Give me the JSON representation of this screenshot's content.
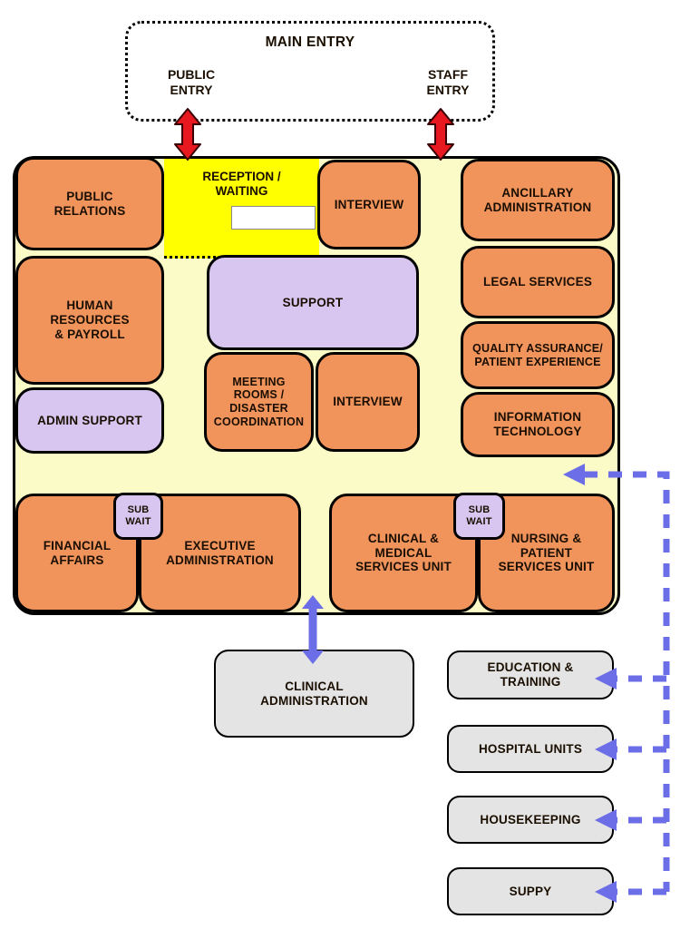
{
  "palette": {
    "room_orange": "#F0945C",
    "room_lavender": "#D9C6F0",
    "corridor_yellow": "#FBFBC8",
    "reception_yellow": "#FFFF00",
    "external_gray": "#E4E4E4",
    "arrow_red": "#E81820",
    "arrow_blue": "#6B6EE6"
  },
  "entry": {
    "title": "MAIN ENTRY",
    "public": "PUBLIC\nENTRY",
    "staff": "STAFF\nENTRY"
  },
  "rooms": {
    "public_relations": "PUBLIC\nRELATIONS",
    "reception": "RECEPTION /\nWAITING",
    "interview_top": "INTERVIEW",
    "ancillary_administration": "ANCILLARY\nADMINISTRATION",
    "legal_services": "LEGAL SERVICES",
    "quality_assurance": "QUALITY ASSURANCE/\nPATIENT EXPERIENCE",
    "information_technology": "INFORMATION\nTECHNOLOGY",
    "human_resources": "HUMAN\nRESOURCES\n& PAYROLL",
    "admin_support": "ADMIN SUPPORT",
    "support": "SUPPORT",
    "meeting_rooms": "MEETING\nROOMS /\nDISASTER\nCOORDINATION",
    "interview_bottom": "INTERVIEW",
    "sub_wait_left": "SUB\nWAIT",
    "sub_wait_right": "SUB\nWAIT",
    "financial_affairs": "FINANCIAL\nAFFAIRS",
    "executive_administration": "EXECUTIVE\nADMINISTRATION",
    "clinical_medical": "CLINICAL &\nMEDICAL\nSERVICES UNIT",
    "nursing_patient": "NURSING &\nPATIENT\nSERVICES UNIT"
  },
  "external": {
    "clinical_administration": "CLINICAL\nADMINISTRATION",
    "education_training": "EDUCATION &\nTRAINING",
    "hospital_units": "HOSPITAL UNITS",
    "housekeeping": "HOUSEKEEPING",
    "supply": "SUPPY"
  }
}
